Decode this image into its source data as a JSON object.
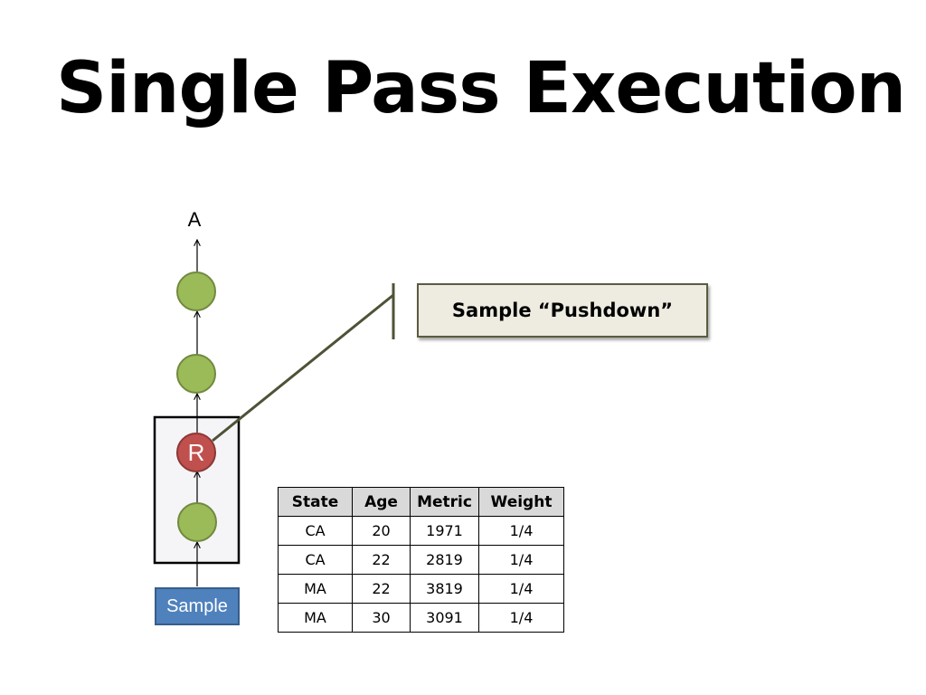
{
  "slide": {
    "title": "Single Pass Execution"
  },
  "diagram": {
    "top_label": "A",
    "resample_node_label": "R",
    "source_label": "Sample",
    "callout_text": "Sample “Pushdown”",
    "colors": {
      "operator_node": "#9bbb59",
      "resample_node": "#c0504d",
      "source_box": "#4f81bd",
      "callout_fill": "#eeece1"
    }
  },
  "table": {
    "headers": [
      "State",
      "Age",
      "Metric",
      "Weight"
    ],
    "rows": [
      [
        "CA",
        "20",
        "1971",
        "1/4"
      ],
      [
        "CA",
        "22",
        "2819",
        "1/4"
      ],
      [
        "MA",
        "22",
        "3819",
        "1/4"
      ],
      [
        "MA",
        "30",
        "3091",
        "1/4"
      ]
    ]
  }
}
